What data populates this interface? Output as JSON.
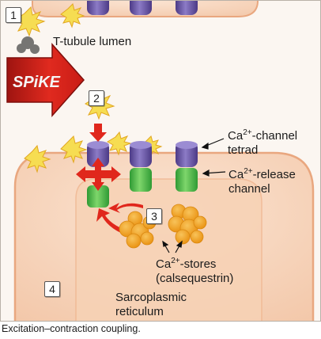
{
  "step_labels": [
    "1",
    "2",
    "3",
    "4"
  ],
  "labels": {
    "t_tubule_lumen": "T-tubule lumen",
    "spike": "SPiKE",
    "ca_channel_tetrad_line1": "Ca2+-channel",
    "ca_channel_tetrad_line2": "tetrad",
    "ca_release_channel_line1": "Ca2+-release",
    "ca_release_channel_line2": "channel",
    "ca_stores_line1": "Ca2+-stores",
    "ca_stores_line2": "(calsequestrin)",
    "sarcoplasmic_reticulum_line1": "Sarcoplasmic",
    "sarcoplasmic_reticulum_line2": "reticulum"
  },
  "caption": "Excitation–contraction coupling.",
  "colors": {
    "membrane_fill": "#f7d7bf",
    "membrane_edge": "#e9a77f",
    "tetrad_purple": "#6f5ba7",
    "release_green": "#4cbb4a",
    "arrow_red": "#e0271c",
    "calsequestrin_orange": "#f4a418",
    "spark_yellow": "#f6dd52"
  }
}
